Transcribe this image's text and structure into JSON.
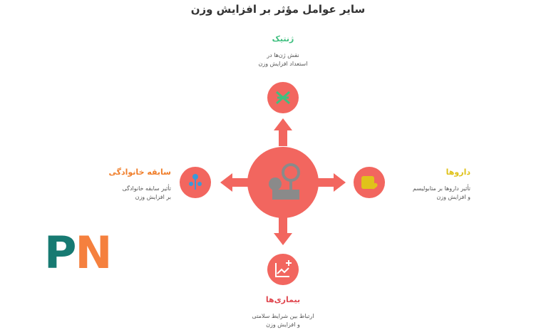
{
  "title": "سایر عوامل مؤثر بر افزایش وزن",
  "colors": {
    "circle": "#f2665f",
    "arrow": "#f2665f",
    "center_icon": "#8a8a8a"
  },
  "nodes": {
    "top": {
      "label": "ژنتیک",
      "desc1": "نقش ژن‌ها در",
      "desc2": "استعداد افزایش وزن",
      "color": "#3fbf7f",
      "icon": "dna-icon"
    },
    "right": {
      "label": "داروها",
      "desc1": "تأثیر داروها بر متابولیسم",
      "desc2": "و افزایش وزن",
      "color": "#e0c21a",
      "icon": "medicine-icon"
    },
    "bottom": {
      "label": "بیماری‌ها",
      "desc1": "ارتباط بین شرایط سلامتی",
      "desc2": "و افزایش وزن",
      "color": "#e0474f",
      "icon": "health-chart-icon"
    },
    "left": {
      "label": "سابقه خانوادگی",
      "desc1": "تأثیر سابقه خانوادگی",
      "desc2": "بر افزایش وزن",
      "color": "#f07f2c",
      "icon": "family-tree-icon"
    }
  },
  "center": {
    "icon": "weight-scale-icon"
  },
  "logo": {
    "p": "P",
    "n": "N",
    "p_color": "#177a72",
    "n_color": "#f5803e"
  }
}
